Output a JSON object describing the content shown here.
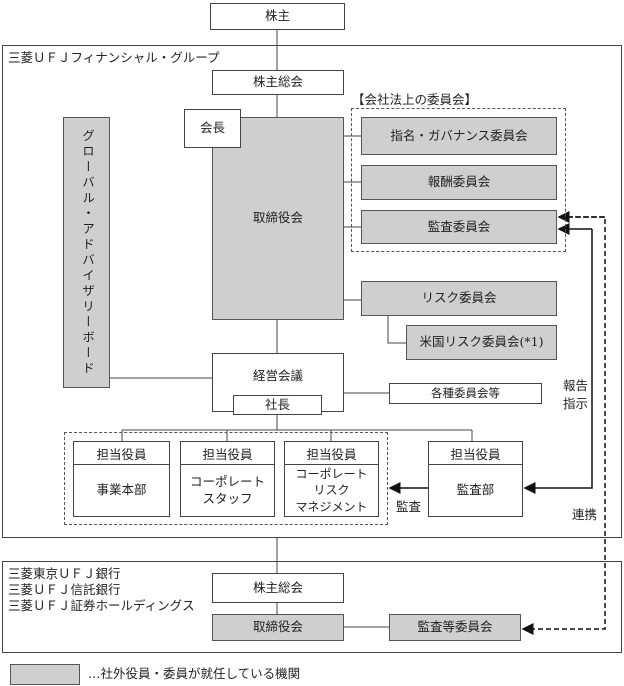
{
  "shareholders": "株主",
  "mufg": {
    "label": "三菱ＵＦＪフィナンシャル・グループ",
    "general_meeting": "株主総会",
    "chairman": "会長",
    "board": "取締役会",
    "advisory_board": "グローバル・アドバイザリーボード",
    "statutory_committees_label": "【会社法上の委員会】",
    "committees": [
      "指名・ガバナンス委員会",
      "報酬委員会",
      "監査委員会"
    ],
    "risk_committee": "リスク委員会",
    "us_risk_committee": "米国リスク委員会(*1)",
    "executive_committee": "経営会議",
    "president": "社長",
    "other_committees": "各種委員会等",
    "report_instruct": [
      "報告",
      "指示"
    ],
    "audit_label": "監査",
    "cooperation_label": "連携",
    "divisions": [
      {
        "header": "担当役員",
        "name": "事業本部"
      },
      {
        "header": "担当役員",
        "name": "コーポレート\nスタッフ"
      },
      {
        "header": "担当役員",
        "name": "コーポレート\nリスク\nマネジメント"
      },
      {
        "header": "担当役員",
        "name": "監査部"
      }
    ]
  },
  "subsidiaries": {
    "names": [
      "三菱東京ＵＦＪ銀行",
      "三菱ＵＦＪ信託銀行",
      "三菱ＵＦＪ証券ホールディングス"
    ],
    "general_meeting": "株主総会",
    "board": "取締役会",
    "audit_committee": "監査等委員会"
  },
  "legend": {
    "text": "…社外役員・委員が就任している機関",
    "color": "#cfcfcf"
  }
}
